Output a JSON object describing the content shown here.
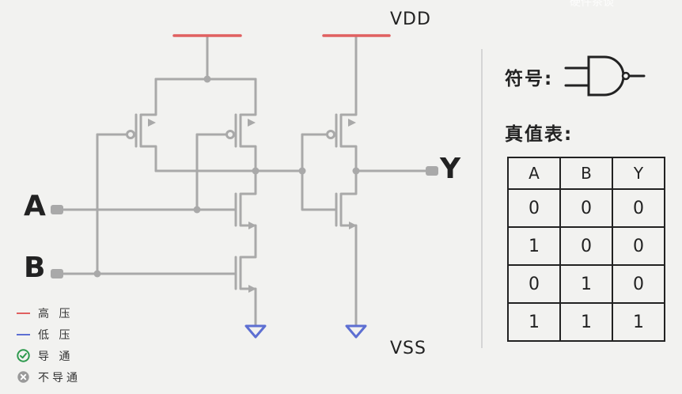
{
  "watermark": "硬件茶谈",
  "circuit": {
    "vdd_label": "VDD",
    "vss_label": "VSS",
    "input_a": "A",
    "input_b": "B",
    "output_y": "Y"
  },
  "symbol_label": "符号:",
  "truth_table": {
    "label": "真值表:",
    "headers": [
      "A",
      "B",
      "Y"
    ],
    "rows": [
      [
        "0",
        "0",
        "0"
      ],
      [
        "1",
        "0",
        "0"
      ],
      [
        "0",
        "1",
        "0"
      ],
      [
        "1",
        "1",
        "1"
      ]
    ]
  },
  "legend": [
    {
      "label": "高 压",
      "marker": "red-line",
      "color": "#e06060"
    },
    {
      "label": "低 压",
      "marker": "blue-line",
      "color": "#5d6fd2"
    },
    {
      "label": "导 通",
      "marker": "check-icon",
      "color": "#2e9a4e"
    },
    {
      "label": "不导通",
      "marker": "cross-icon",
      "color": "#8a8a8a"
    }
  ],
  "colors": {
    "wire": "#a9a9a9",
    "vdd_rail": "#e06060",
    "ground": "#5d6fd2",
    "text": "#222222"
  }
}
